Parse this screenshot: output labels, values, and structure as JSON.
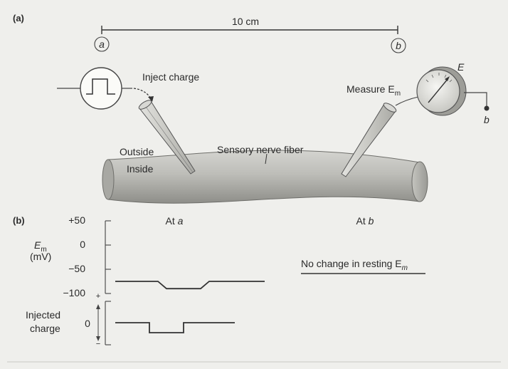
{
  "panel_a": {
    "label": "(a)",
    "distance": "10 cm",
    "point_a": "a",
    "point_b": "b",
    "inject_label": "Inject charge",
    "measure_label": "Measure E",
    "measure_sub": "m",
    "meter_label": "E",
    "ground_label": "b",
    "outside_label": "Outside",
    "inside_label": "Inside",
    "fiber_label": "Sensory nerve fiber"
  },
  "panel_b": {
    "label": "(b)",
    "at_a_prefix": "At ",
    "at_a_var": "a",
    "at_b_prefix": "At ",
    "at_b_var": "b",
    "em_label": "E",
    "em_sub": "m",
    "em_unit": "(mV)",
    "y_ticks": [
      "+50",
      "0",
      "−50",
      "−100"
    ],
    "injected_label_1": "Injected",
    "injected_label_2": "charge",
    "charge_zero": "0",
    "charge_plus": "+",
    "charge_minus": "−",
    "no_change_text": "No change in resting E",
    "no_change_sub": "m"
  },
  "chart_data": [
    {
      "type": "line",
      "name": "membrane potential at a",
      "ylim": [
        -100,
        50
      ],
      "yticks": [
        50,
        0,
        -50,
        -100
      ],
      "ylabel": "Em (mV)",
      "x": [
        0,
        1,
        1.2,
        2,
        2.2,
        3.5
      ],
      "y": [
        -75,
        -75,
        -90,
        -90,
        -75,
        -75
      ]
    },
    {
      "type": "line",
      "name": "injected charge",
      "ylabel": "Injected charge",
      "x": [
        0,
        1,
        1,
        2,
        2,
        3.5
      ],
      "y": [
        0,
        0,
        -1,
        -1,
        0,
        0
      ]
    }
  ]
}
